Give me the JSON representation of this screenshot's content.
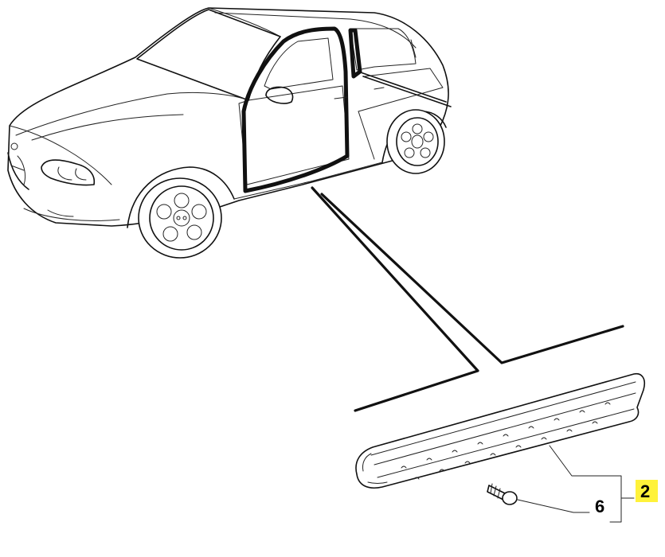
{
  "diagram": {
    "callouts": [
      {
        "id": "part-6",
        "text": "6"
      },
      {
        "id": "part-2",
        "text": "2",
        "highlight_color": "#fff23a"
      }
    ]
  }
}
